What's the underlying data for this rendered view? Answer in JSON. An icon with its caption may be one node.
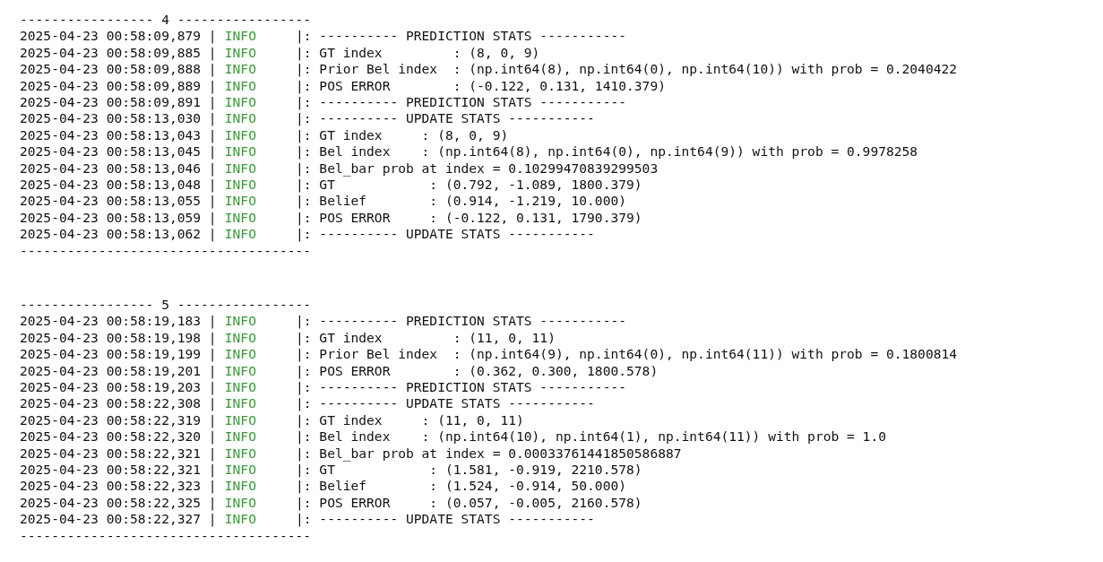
{
  "diagram": {
    "labels": [
      "----------------- 4 -----------------",
      "2025-04-23 00:58:09,879 |",
      "INFO",
      "|: ---------- PREDICTION STATS -----------",
      "2025-04-23 00:58:09,885 |",
      "INFO",
      "|: GT index         : (8, 0, 9)",
      "2025-04-23 00:58:09,888 |",
      "INFO",
      "|: Prior Bel index  : (np.int64(8), np.int64(0), np.int64(10)) with prob = 0.2040422",
      "2025-04-23 00:58:09,889 |",
      "INFO",
      "|: POS ERROR        : (-0.122, 0.131, 1410.379)",
      "2025-04-23 00:58:09,891 |",
      "INFO",
      "|: ---------- PREDICTION STATS -----------",
      "2025-04-23 00:58:13,030 |",
      "INFO",
      "|: ---------- UPDATE STATS -----------",
      "2025-04-23 00:58:13,043 |",
      "INFO",
      "|: GT index     : (8, 0, 9)",
      "2025-04-23 00:58:13,045 |",
      "INFO",
      "|: Bel index    : (np.int64(8), np.int64(0), np.int64(9)) with prob = 0.9978258",
      "2025-04-23 00:58:13,046 |",
      "INFO",
      "|: Bel_bar prob at index = 0.10299470839299503",
      "2025-04-23 00:58:13,048 |",
      "INFO",
      "|: GT            : (0.792, -1.089, 1800.379)",
      "2025-04-23 00:58:13,055 |",
      "INFO",
      "|: Belief        : (0.914, -1.219, 10.000)",
      "2025-04-23 00:58:13,059 |",
      "INFO",
      "|: POS ERROR     : (-0.122, 0.131, 1790.379)",
      "2025-04-23 00:58:13,062 |",
      "INFO",
      "|: ---------- UPDATE STATS -----------",
      "-------------------------------------",
      "----------------- 5 -----------------",
      "2025-04-23 00:58:19,183 |",
      "INFO",
      "|: ---------- PREDICTION STATS -----------",
      "2025-04-23 00:58:19,198 |",
      "INFO",
      "|: GT index         : (11, 0, 11)",
      "2025-04-23 00:58:19,199 |",
      "INFO",
      "|: Prior Bel index  : (np.int64(9), np.int64(0), np.int64(11)) with prob = 0.1800814",
      "2025-04-23 00:58:19,201 |",
      "INFO",
      "|: POS ERROR        : (0.362, 0.300, 1800.578)",
      "2025-04-23 00:58:19,203 |",
      "INFO",
      "|: ---------- PREDICTION STATS -----------",
      "2025-04-23 00:58:22,308 |",
      "INFO",
      "|: ---------- UPDATE STATS -----------",
      "2025-04-23 00:58:22,319 |",
      "INFO",
      "|: GT index     : (11, 0, 11)",
      "2025-04-23 00:58:22,320 |",
      "INFO",
      "|: Bel index    : (np.int64(10), np.int64(1), np.int64(11)) with prob = 1.0",
      "2025-04-23 00:58:22,321 |",
      "INFO",
      "|: Bel_bar prob at index = 0.00033761441850586887",
      "2025-04-23 00:58:22,321 |",
      "INFO",
      "|: GT            : (1.581, -0.919, 2210.578)",
      "2025-04-23 00:58:22,323 |",
      "INFO",
      "|: Belief        : (1.524, -0.914, 50.000)",
      "2025-04-23 00:58:22,325 |",
      "INFO",
      "|: POS ERROR     : (0.057, -0.005, 2160.578)",
      "2025-04-23 00:58:22,327 |",
      "INFO",
      "|: ---------- UPDATE STATS -----------",
      "-------------------------------------"
    ]
  }
}
